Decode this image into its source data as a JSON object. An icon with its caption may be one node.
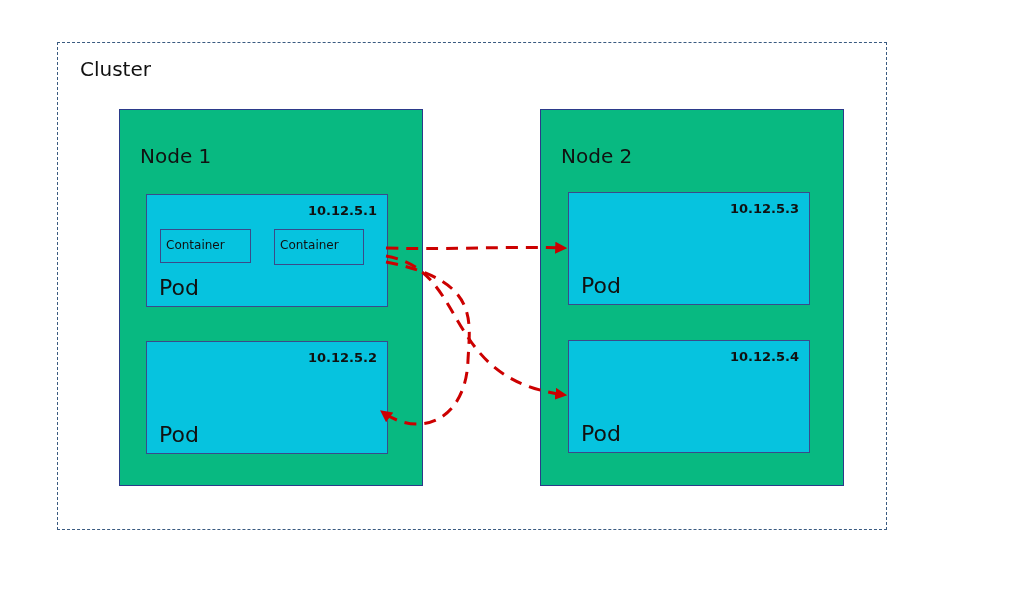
{
  "diagram": {
    "nodes": [
      {
        "text": [
          "Cluster"
        ]
      },
      {
        "text": [
          "Node 1"
        ],
        "in": 0
      },
      {
        "text": [
          "10.12.5.1",
          "Pod"
        ],
        "in": 1
      },
      {
        "text": [
          "Container"
        ],
        "in": 2
      },
      {
        "text": [
          "Container"
        ],
        "in": 2
      },
      {
        "text": [
          "10.12.5.2",
          "Pod"
        ],
        "in": 1
      },
      {
        "text": [
          "Node 2"
        ],
        "in": 0
      },
      {
        "text": [
          "10.12.5.3",
          "Pod"
        ],
        "in": 6
      },
      {
        "text": [
          "10.12.5.4",
          "Pod"
        ],
        "in": 6
      }
    ],
    "edges": [
      {
        "from": 2,
        "to": 7,
        "arrow": "to",
        "style": "dashed",
        "color": "#cc0000"
      },
      {
        "from": 2,
        "to": 8,
        "arrow": "to",
        "style": "dashed",
        "color": "#cc0000"
      },
      {
        "from": 2,
        "to": 5,
        "arrow": "to",
        "style": "dashed",
        "color": "#cc0000"
      }
    ]
  }
}
